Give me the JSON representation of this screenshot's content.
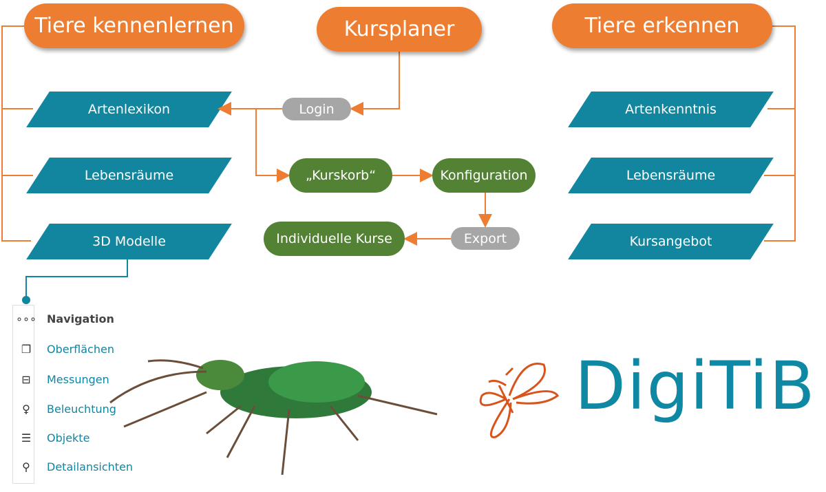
{
  "headers": {
    "left": "Tiere kennenlernen",
    "center": "Kursplaner",
    "right": "Tiere erkennen"
  },
  "left_items": [
    "Artenlexikon",
    "Lebensräume",
    "3D Modelle"
  ],
  "right_items": [
    "Artenkenntnis",
    "Lebensräume",
    "Kursangebot"
  ],
  "flow": {
    "login": "Login",
    "kurskorb": "„Kurskorb“",
    "konfiguration": "Konfiguration",
    "export": "Export",
    "individuelle": "Individuelle Kurse"
  },
  "nav": {
    "title": "Navigation",
    "items": [
      "Oberflächen",
      "Messungen",
      "Beleuchtung",
      "Objekte",
      "Detailansichten"
    ]
  },
  "logo": "DigiTiB",
  "colors": {
    "orange": "#ED7D31",
    "teal": "#12859F",
    "green": "#548235",
    "grey": "#A6A6A6"
  }
}
